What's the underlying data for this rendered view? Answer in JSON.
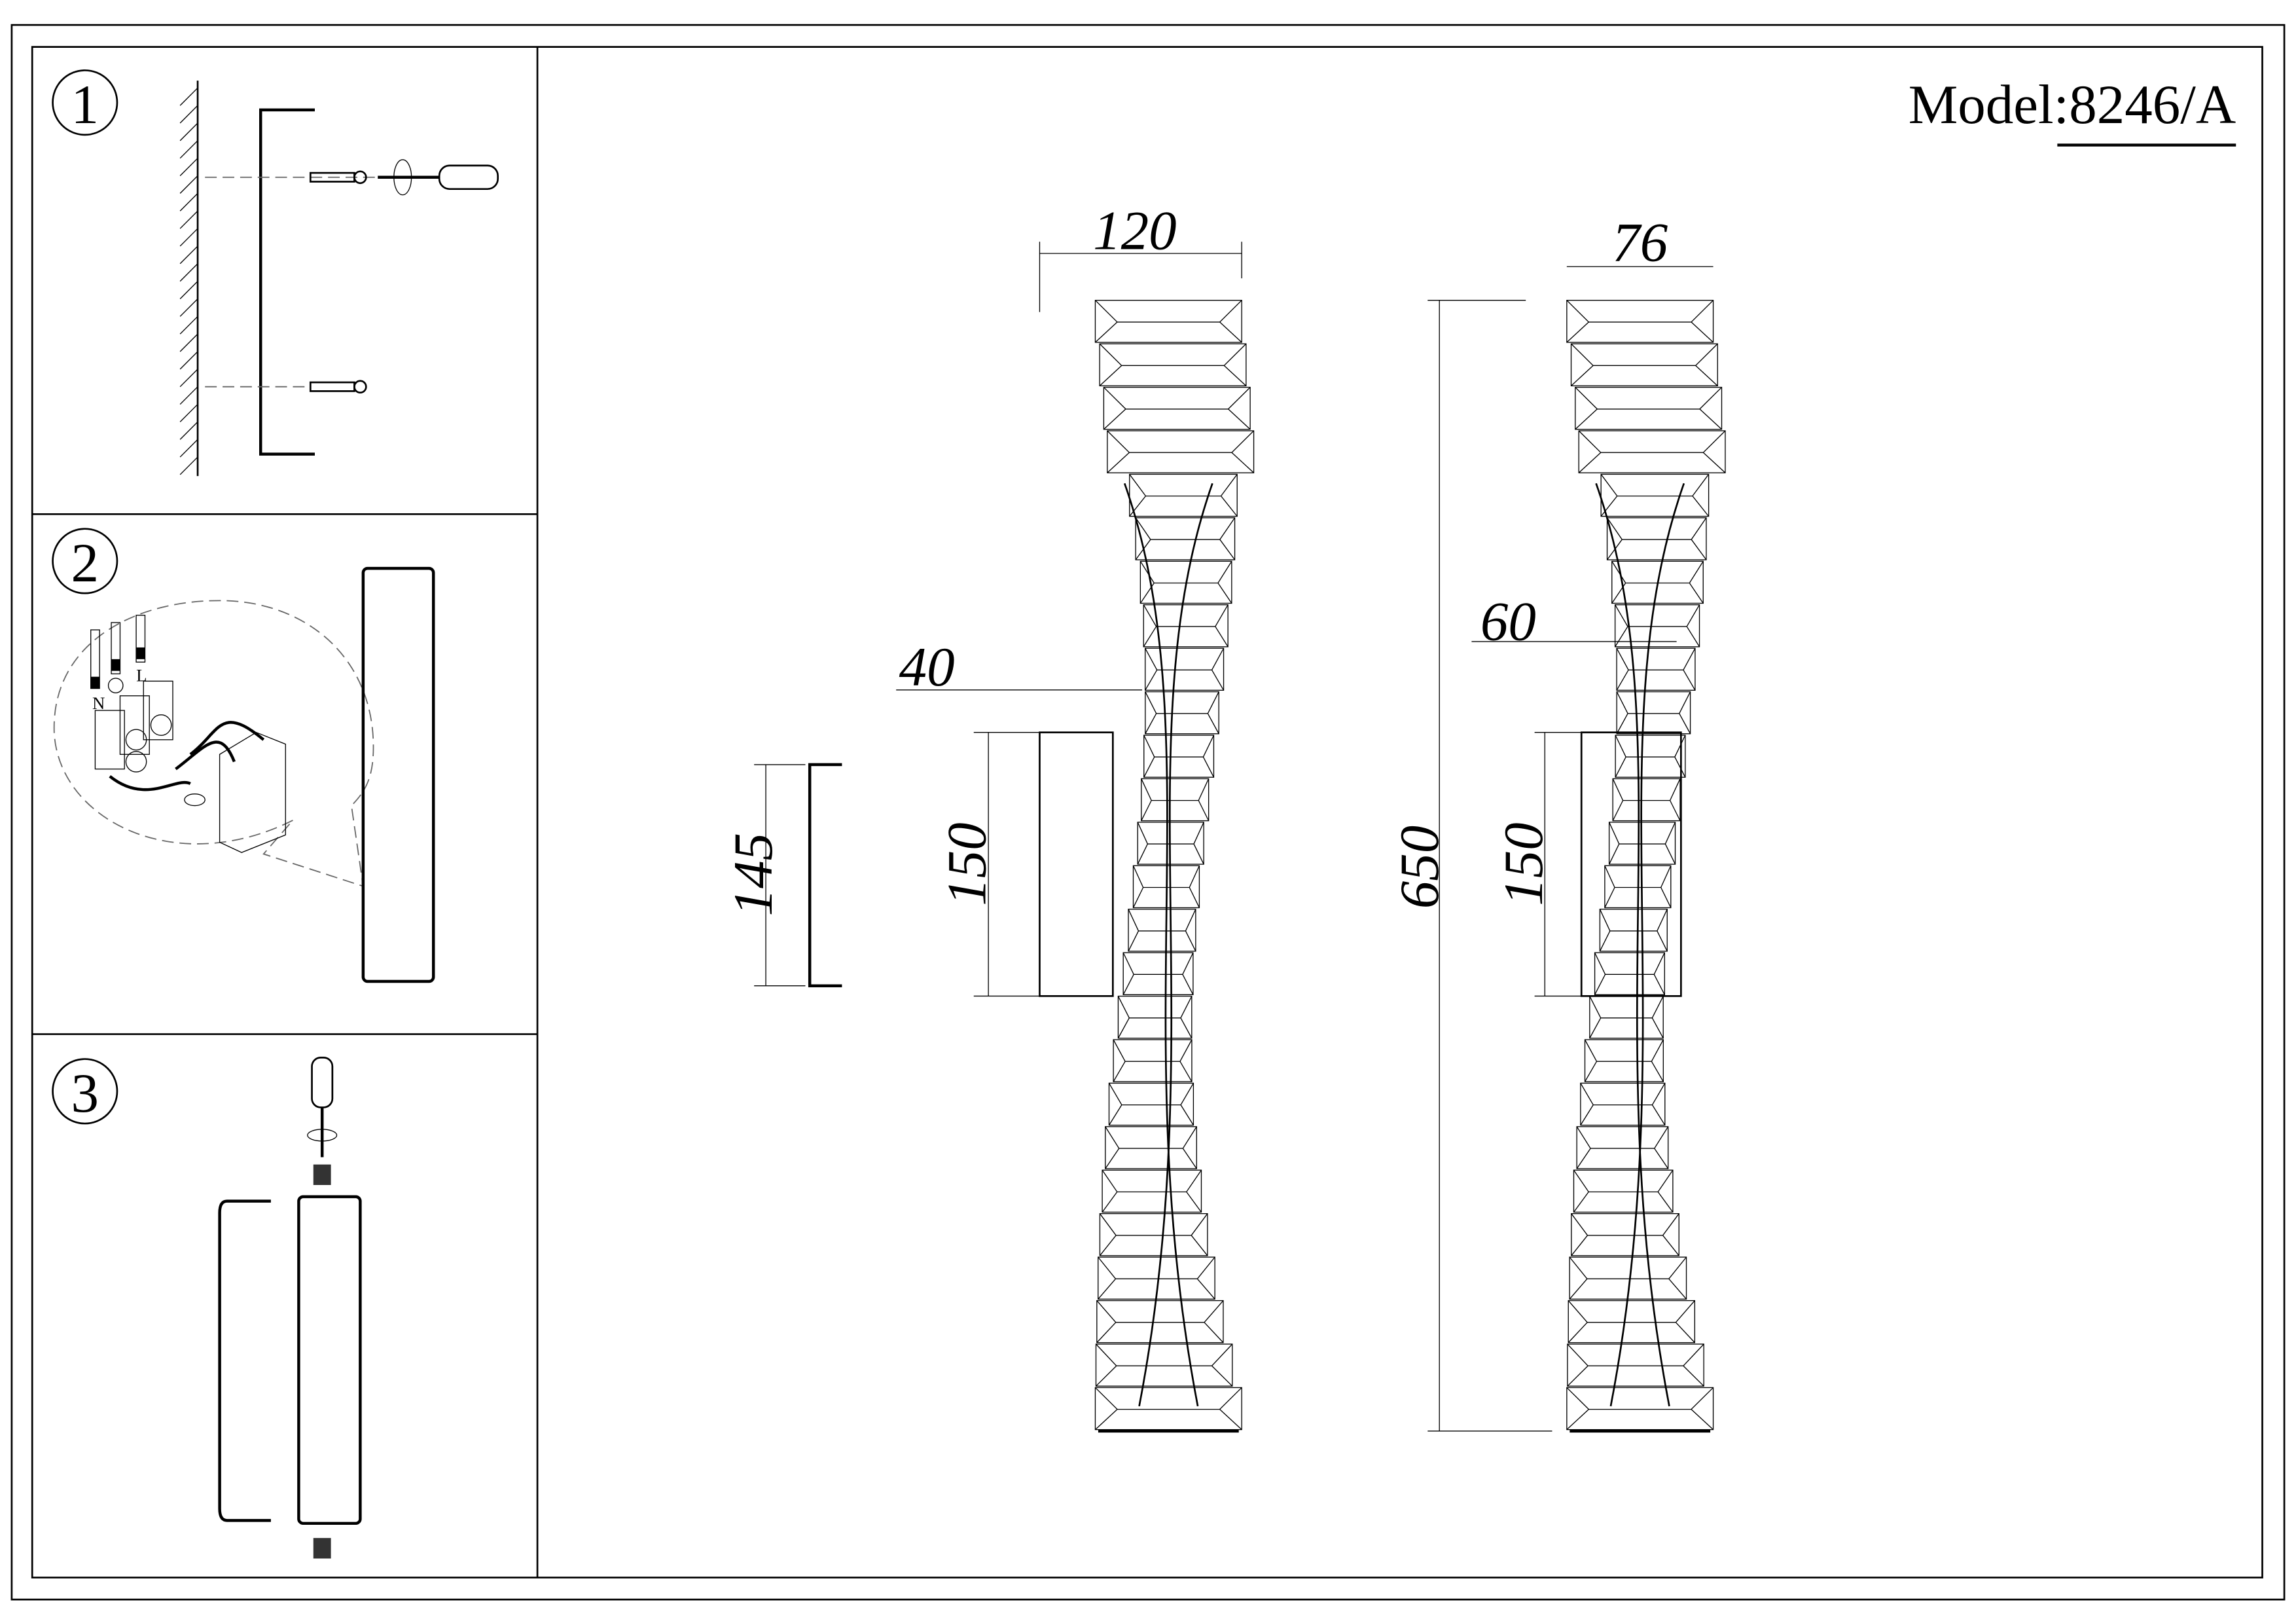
{
  "model": {
    "label": "Model:",
    "number": "8246/A"
  },
  "steps": [
    {
      "number": "1"
    },
    {
      "number": "2"
    },
    {
      "number": "3"
    }
  ],
  "wiring_labels": {
    "neutral": "N",
    "live": "L"
  },
  "dimensions": {
    "front_width": "120",
    "side_width": "76",
    "height": "650",
    "offset": "40",
    "projection": "60",
    "plate_height_front": "150",
    "plate_height_side": "150",
    "bracket_height": "145"
  }
}
